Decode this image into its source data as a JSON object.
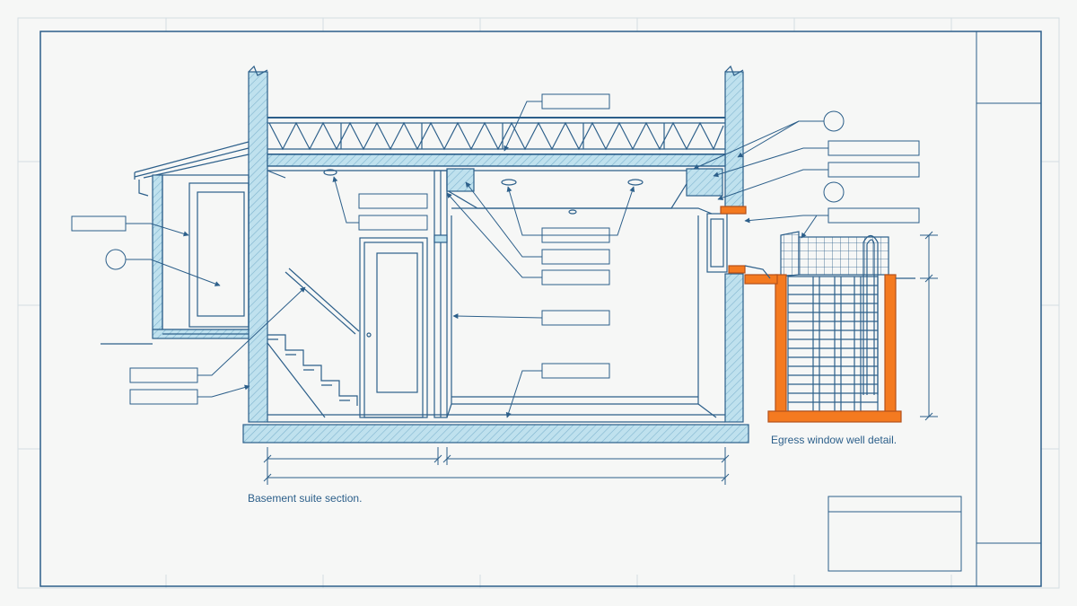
{
  "captions": {
    "section": "Basement suite section.",
    "well": "Egress window well detail."
  },
  "colors": {
    "line": "#2c5f8a",
    "fill": "#bfe1ee",
    "accent": "#f47a20",
    "paper": "#f6f7f6"
  },
  "callouts": {
    "count": 16,
    "circle_markers": 3
  }
}
